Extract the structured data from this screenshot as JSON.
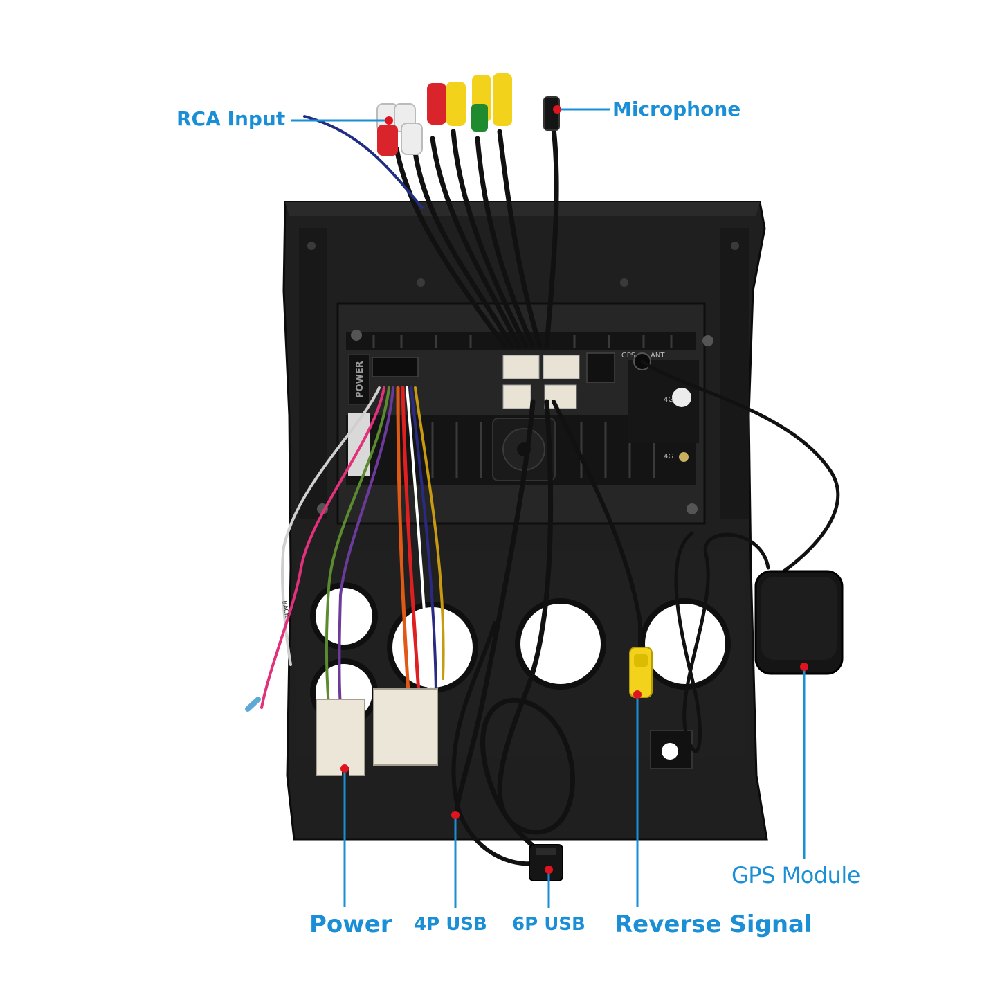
{
  "labels": {
    "rca_input": "RCA Input",
    "microphone": "Microphone",
    "power": "Power",
    "usb_4p": "4P USB",
    "usb_6p": "6P USB",
    "reverse_signal": "Reverse Signal",
    "gps_module": "GPS Module"
  },
  "unit_markings": {
    "power_port": "POWER",
    "gps_port": "GPS",
    "ant_port": "ANT",
    "lte_port_upper": "4G",
    "lte_port_lower": "4G",
    "back_wire": "BACK"
  },
  "colors": {
    "callout": "#1a8fd6",
    "marker": "#e0141e",
    "unit_body": "#1f1f20",
    "background": "#ffffff"
  }
}
